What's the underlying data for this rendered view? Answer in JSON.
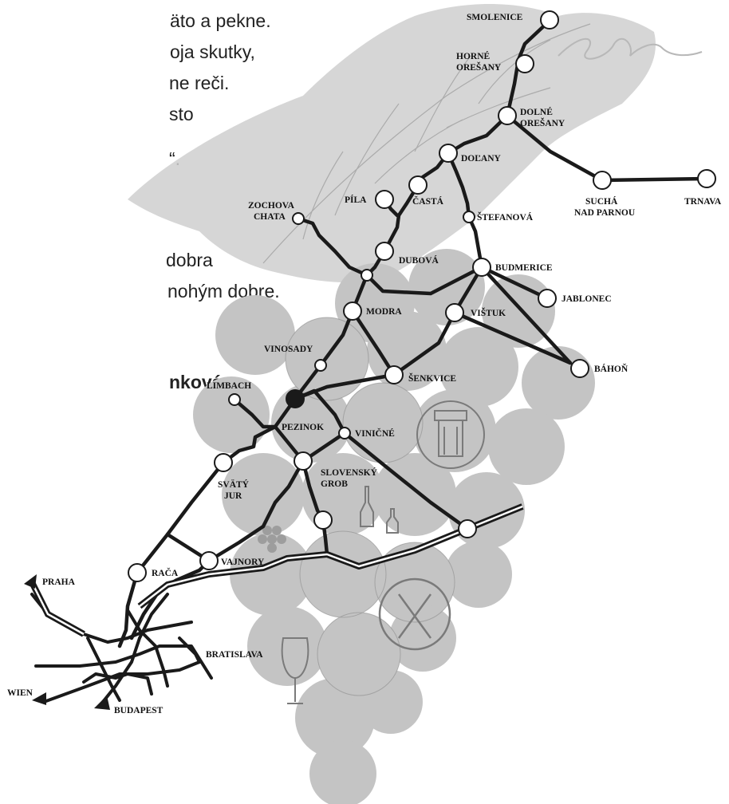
{
  "prose": {
    "line1": "äto a pekne.",
    "line2": "oja skutky,",
    "line3": "ne reči.",
    "line4": "sto",
    "line5": "“.",
    "line6": "dobra",
    "line7": "nohým dobre.",
    "line8": "nková"
  },
  "map": {
    "towns": {
      "smolenice": "SMOLENICE",
      "horne_oresany_1": "HORNÉ",
      "horne_oresany_2": "OREŠANY",
      "dolne_oresany_1": "DOLNÉ",
      "dolne_oresany_2": "OREŠANY",
      "dolany": "DOĽANY",
      "sucha_1": "SUCHÁ",
      "sucha_2": "NAD PARNOU",
      "trnava": "TRNAVA",
      "pila": "PÍLA",
      "casta": "ČASTÁ",
      "stefanova": "ŠTEFANOVÁ",
      "zochova_1": "ZOCHOVA",
      "zochova_2": "CHATA",
      "dubova": "DUBOVÁ",
      "budmerice": "BUDMERICE",
      "jablonec": "JABLONEC",
      "modra": "MODRA",
      "vistuk": "VIŠTUK",
      "vinosady": "VINOSADY",
      "bahon": "BÁHOŇ",
      "senkvice": "ŠENKVICE",
      "limbach": "LIMBACH",
      "pezinok": "PEZINOK",
      "vinicne": "VINIČNÉ",
      "svaty_jur_1": "SVÄTÝ",
      "svaty_jur_2": "JUR",
      "slovensky_grob_1": "SLOVENSKÝ",
      "slovensky_grob_2": "GROB",
      "raca": "RAČA",
      "vajnory": "VAJNORY",
      "bratislava": "BRATISLAVA"
    },
    "directions": {
      "praha": "PRAHA",
      "wien": "WIEN",
      "budapest": "BUDAPEST"
    },
    "colors": {
      "road": "#1a1a1a",
      "node_fill": "#ffffff",
      "current_node": "#1a1a1a",
      "grape": "#c4c4c4",
      "leaf": "#cfcfcf"
    },
    "icons": [
      "grape-leaf-illustration",
      "grape-cluster-illustration",
      "wine-press-icon",
      "bottles-icon",
      "shears-icon",
      "wine-glass-icon",
      "grapes-icon"
    ]
  }
}
